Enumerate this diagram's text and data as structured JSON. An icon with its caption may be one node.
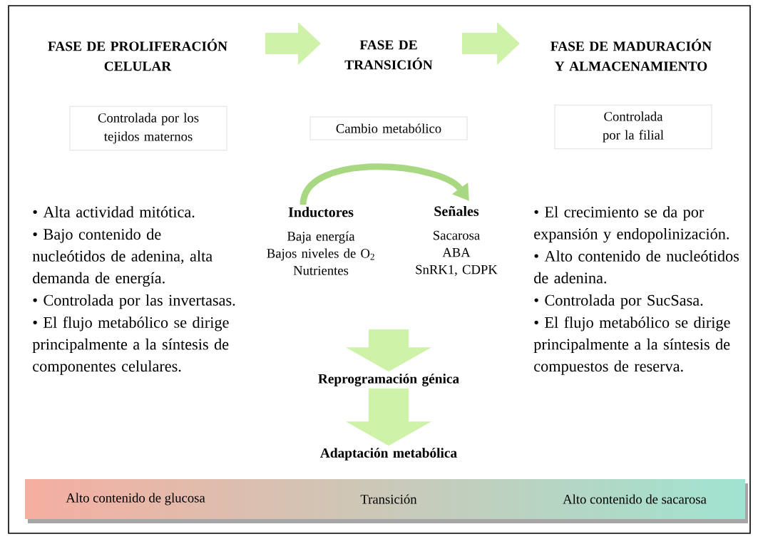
{
  "diagram": {
    "nodes": [
      {
        "text": [
          "FASE DE PROLIFERACIÓN CELULAR"
        ]
      },
      {
        "text": [
          "FASE DE TRANSICIÓN"
        ]
      },
      {
        "text": [
          "FASE DE MADURACIÓN Y ALMACENAMIENTO"
        ]
      },
      {
        "text": [
          "Controlada por los tejidos maternos"
        ]
      },
      {
        "text": [
          "Cambio metabólico"
        ]
      },
      {
        "text": [
          "Controlada por la filial"
        ]
      },
      {
        "text": [
          "Inductores",
          "Baja energía",
          "Bajos niveles de O$_{2}$",
          "Nutrientes"
        ]
      },
      {
        "text": [
          "Señales",
          "Sacarosa",
          "ABA",
          "SnRK1, CDPK"
        ]
      },
      {
        "text": [
          "Reprogramación génica"
        ]
      },
      {
        "text": [
          "Adaptación metabólica"
        ]
      },
      {
        "text": [
          "Alto contenido de glucosa",
          "Transición",
          "Alto contenido de sacarosa"
        ]
      }
    ],
    "edges": [
      {
        "from": 0,
        "to": 1,
        "arrow": "to"
      },
      {
        "from": 1,
        "to": 2,
        "arrow": "to"
      },
      {
        "from": 6,
        "to": 7,
        "arrow": "to"
      },
      {
        "from": null,
        "to": 8,
        "arrow": "to",
        "style": "thick"
      },
      {
        "from": 8,
        "to": 9,
        "arrow": "to",
        "style": "thick"
      }
    ],
    "labels": [
      "• Alta actividad mitótica.",
      "• Bajo contenido de nucleótidos de adenina, alta demanda de energía.",
      "• Controlada por las invertasas.",
      "• El flujo metabólico se dirige principalmente a la síntesis de componentes celulares.",
      "• El crecimiento se da por expansión y endopolinización.",
      "• Alto contenido de nucleótidos de adenina.",
      "• Controlada por SucSasa.",
      "• El flujo metabólico se dirige principalmente a la síntesis de compuestos de reserva."
    ]
  }
}
